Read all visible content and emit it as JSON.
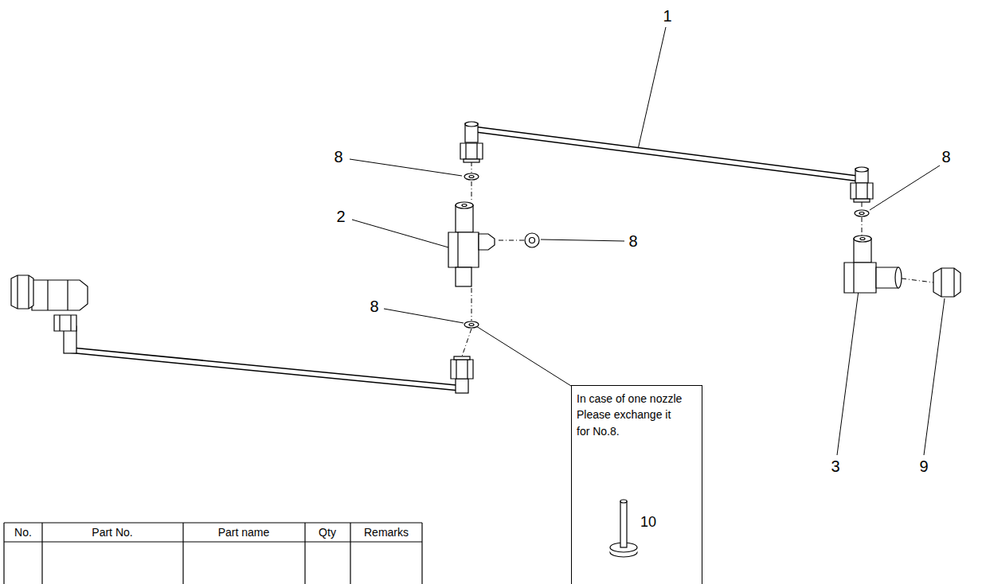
{
  "diagram": {
    "nodes": [
      {
        "text": [
          "In case of one nozzle Please exchange it for No.8.",
          "10"
        ]
      }
    ],
    "labels": [
      "1",
      "8",
      "8",
      "2",
      "8",
      "8",
      "3",
      "9",
      "No.",
      "Part No.",
      "Part name",
      "Qty",
      "Remarks"
    ]
  }
}
